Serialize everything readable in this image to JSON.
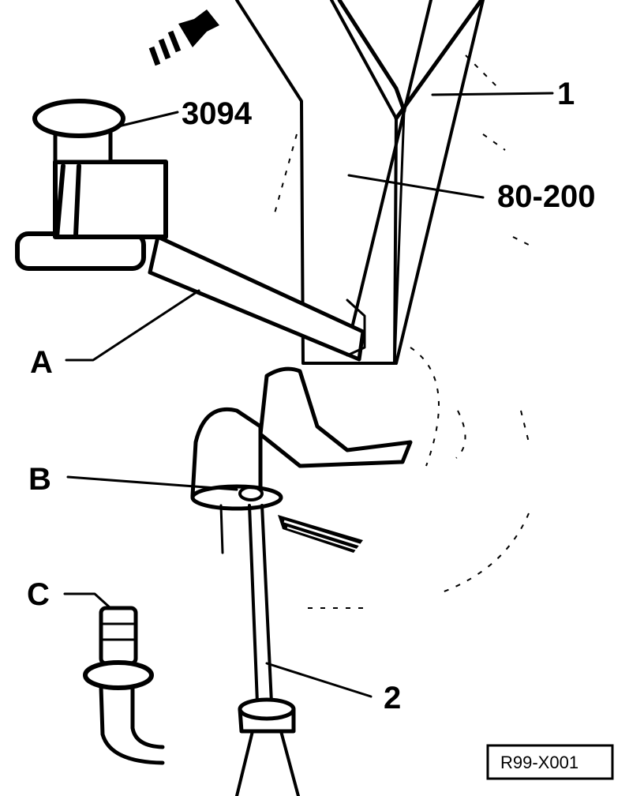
{
  "labels": {
    "tool_3094": "3094",
    "callout_1": "1",
    "tool_80_200": "80-200",
    "part_a": "A",
    "part_b": "B",
    "part_c": "C",
    "callout_2": "2"
  },
  "reference_code": "R99-X001",
  "colors": {
    "ink": "#000000",
    "paper": "#ffffff"
  }
}
